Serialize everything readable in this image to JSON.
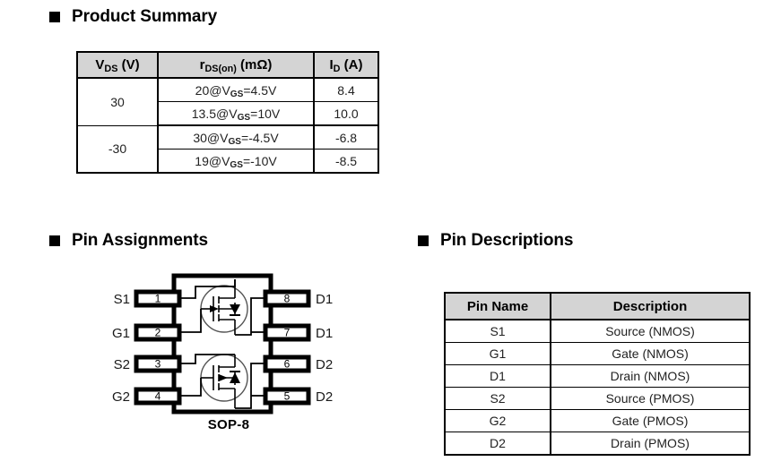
{
  "sections": {
    "product_summary": {
      "title": "Product Summary",
      "bullet": "square-bullet-icon"
    },
    "pin_assignments": {
      "title": "Pin Assignments",
      "bullet": "square-bullet-icon"
    },
    "pin_descriptions": {
      "title": "Pin Descriptions",
      "bullet": "square-bullet-icon"
    }
  },
  "product_summary_table": {
    "headers": {
      "vds": "V<sub class=\"sub-b\">DS</sub> (V)",
      "rds": "r<sub class=\"sub-b\">DS(on)</sub> (mΩ)",
      "id": "I<sub class=\"sub-b\">D</sub> (A)"
    },
    "headers_plain": {
      "vds": "VDS (V)",
      "rds": "rDS(on) (mΩ)",
      "id": "ID (A)"
    },
    "groups": [
      {
        "vds": "30",
        "rows": [
          {
            "rds": "20@V<sub class=\"sub-b\">GS</sub>=4.5V",
            "rds_plain": "20@VGS=4.5V",
            "id": "8.4"
          },
          {
            "rds": "13.5@V<sub class=\"sub-b\">GS</sub>=10V",
            "rds_plain": "13.5@VGS=10V",
            "id": "10.0"
          }
        ]
      },
      {
        "vds": "-30",
        "rows": [
          {
            "rds": "30@V<sub class=\"sub-b\">GS</sub>=-4.5V",
            "rds_plain": "30@VGS=-4.5V",
            "id": "-6.8"
          },
          {
            "rds": "19@V<sub class=\"sub-b\">GS</sub>=-10V",
            "rds_plain": "19@VGS=-10V",
            "id": "-8.5"
          }
        ]
      }
    ]
  },
  "pin_descriptions_table": {
    "headers": [
      "Pin Name",
      "Description"
    ],
    "rows": [
      {
        "pin": "S1",
        "desc": "Source (NMOS)"
      },
      {
        "pin": "G1",
        "desc": "Gate (NMOS)"
      },
      {
        "pin": "D1",
        "desc": "Drain (NMOS)"
      },
      {
        "pin": "S2",
        "desc": "Source (PMOS)"
      },
      {
        "pin": "G2",
        "desc": "Gate (PMOS)"
      },
      {
        "pin": "D2",
        "desc": "Drain (PMOS)"
      }
    ]
  },
  "pin_diagram": {
    "package_label": "SOP-8",
    "left_pins": [
      {
        "number": "1",
        "label": "S1"
      },
      {
        "number": "2",
        "label": "G1"
      },
      {
        "number": "3",
        "label": "S2"
      },
      {
        "number": "4",
        "label": "G2"
      }
    ],
    "right_pins": [
      {
        "number": "8",
        "label": "D1"
      },
      {
        "number": "7",
        "label": "D1"
      },
      {
        "number": "6",
        "label": "D2"
      },
      {
        "number": "5",
        "label": "D2"
      }
    ],
    "symbols": [
      {
        "name": "nmos-symbol",
        "type": "NMOS"
      },
      {
        "name": "pmos-symbol",
        "type": "PMOS"
      }
    ]
  },
  "colors": {
    "header_fill": "#d4d4d4",
    "border": "#000000",
    "text": "#000000"
  }
}
